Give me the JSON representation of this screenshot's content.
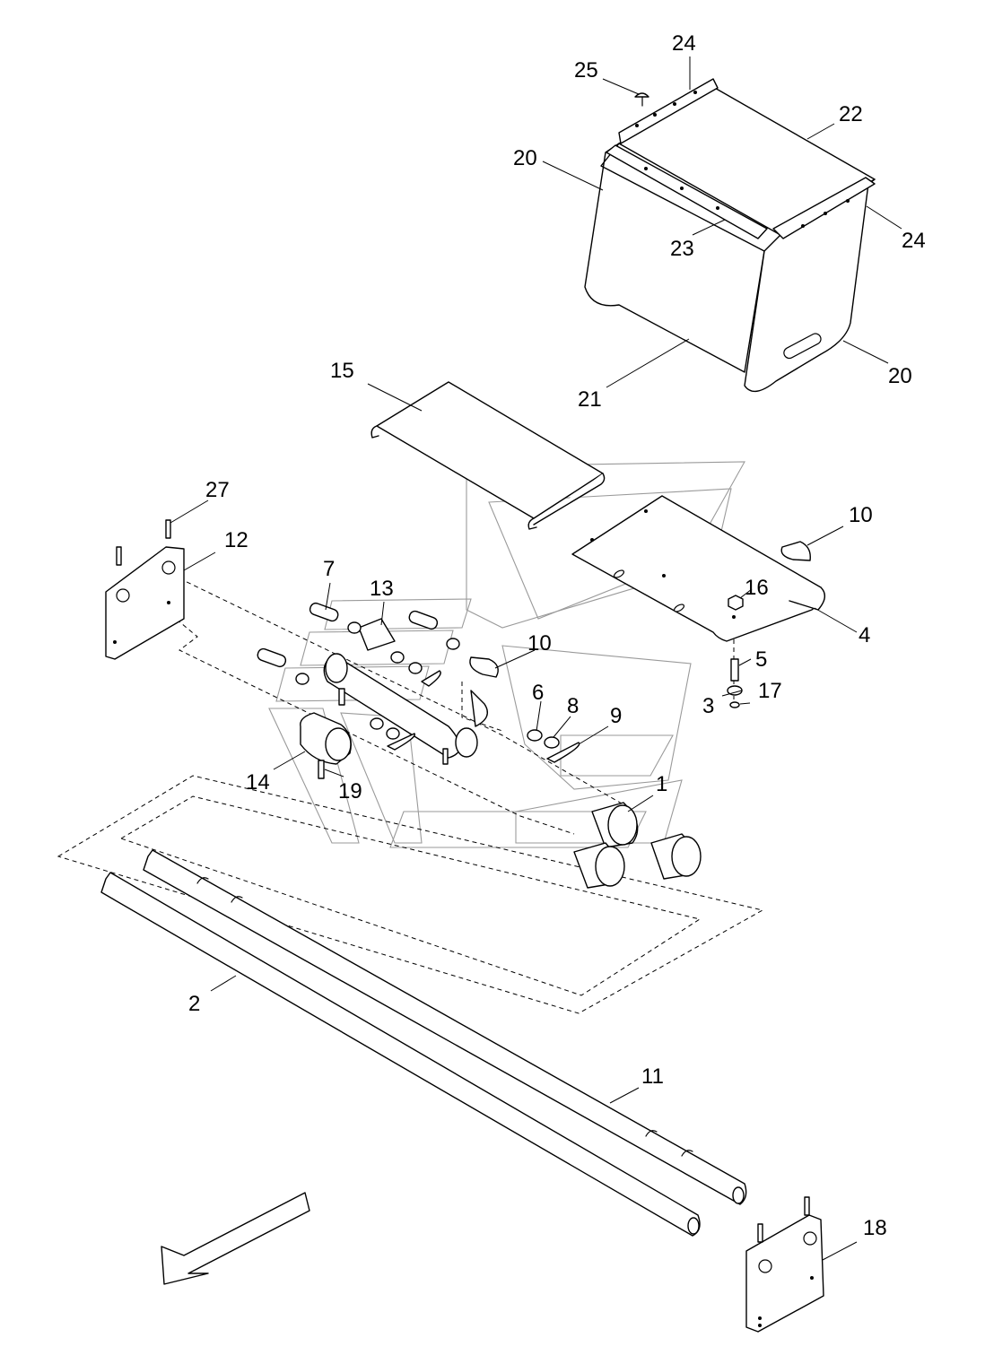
{
  "diagram": {
    "callouts": [
      {
        "id": "c24a",
        "text": "24"
      },
      {
        "id": "c25",
        "text": "25"
      },
      {
        "id": "c22",
        "text": "22"
      },
      {
        "id": "c20a",
        "text": "20"
      },
      {
        "id": "c24b",
        "text": "24"
      },
      {
        "id": "c23",
        "text": "23"
      },
      {
        "id": "c20b",
        "text": "20"
      },
      {
        "id": "c21",
        "text": "21"
      },
      {
        "id": "c15",
        "text": "15"
      },
      {
        "id": "c27",
        "text": "27"
      },
      {
        "id": "c12",
        "text": "12"
      },
      {
        "id": "c10a",
        "text": "10"
      },
      {
        "id": "c7",
        "text": "7"
      },
      {
        "id": "c13",
        "text": "13"
      },
      {
        "id": "c16",
        "text": "16"
      },
      {
        "id": "c4",
        "text": "4"
      },
      {
        "id": "c10b",
        "text": "10"
      },
      {
        "id": "c5",
        "text": "5"
      },
      {
        "id": "c6",
        "text": "6"
      },
      {
        "id": "c3",
        "text": "3"
      },
      {
        "id": "c17",
        "text": "17"
      },
      {
        "id": "c8",
        "text": "8"
      },
      {
        "id": "c9",
        "text": "9"
      },
      {
        "id": "c14",
        "text": "14"
      },
      {
        "id": "c19",
        "text": "19"
      },
      {
        "id": "c1",
        "text": "1"
      },
      {
        "id": "c2",
        "text": "2"
      },
      {
        "id": "c11",
        "text": "11"
      },
      {
        "id": "c18",
        "text": "18"
      }
    ]
  }
}
